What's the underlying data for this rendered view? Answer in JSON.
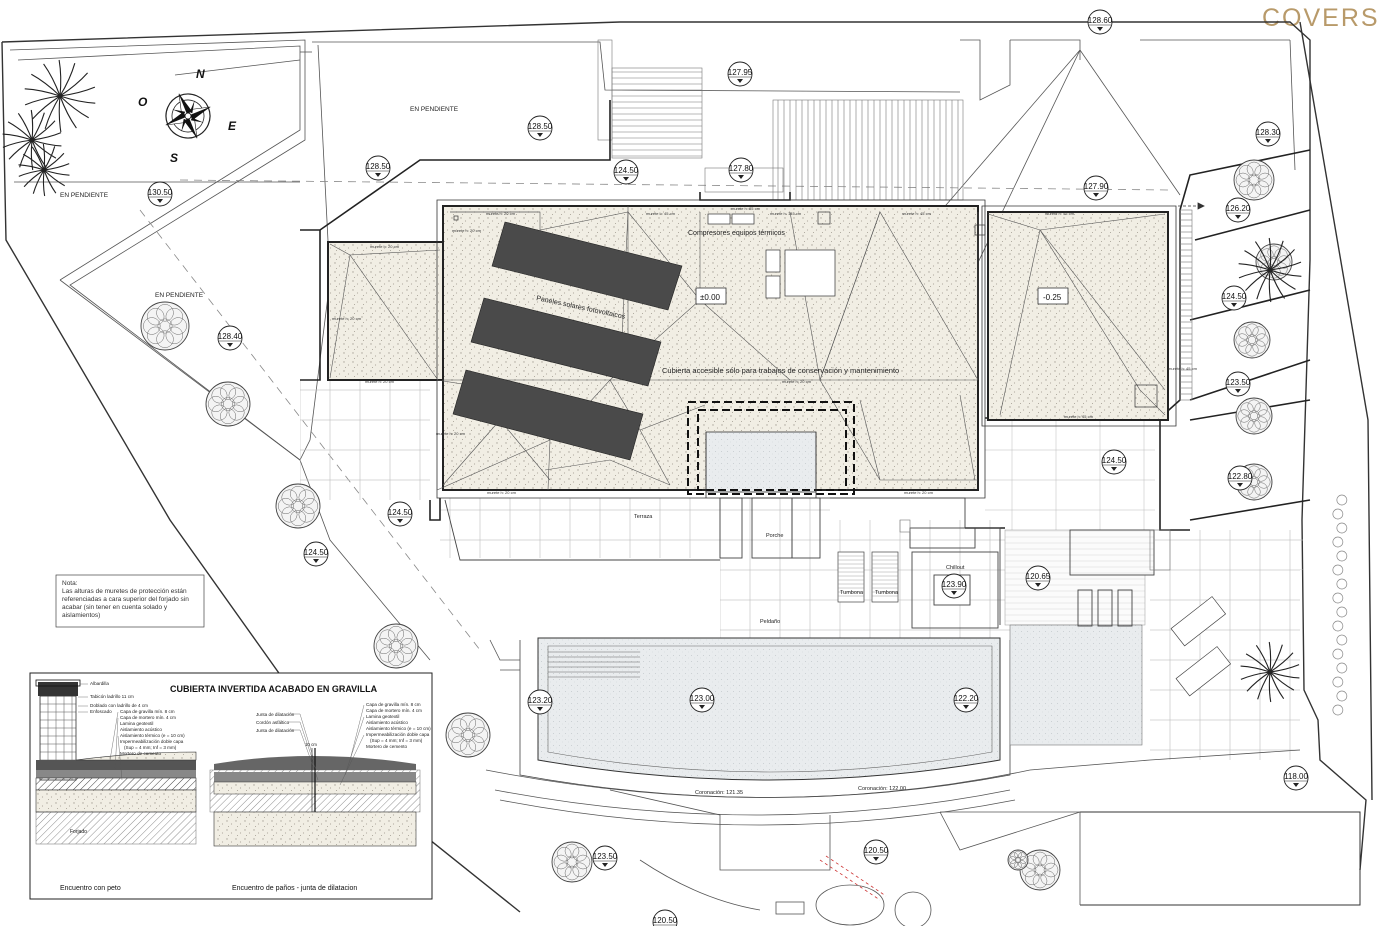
{
  "brand": {
    "name": "COVERS",
    "color": "#b89a6a"
  },
  "compass": {
    "n": "N",
    "s": "S",
    "e": "E",
    "o": "O"
  },
  "slope_labels": [
    "EN PENDIENTE",
    "EN PENDIENTE",
    "EN PENDIENTE"
  ],
  "levels": {
    "l_128_60": "128.60",
    "l_127_95": "127.95",
    "l_128_50_a": "128.50",
    "l_128_50_b": "128.50",
    "l_130_50": "130.50",
    "l_124_50_a": "124.50",
    "l_127_80": "127.80",
    "l_127_90": "127.90",
    "l_128_30": "128.30",
    "l_126_20": "126.20",
    "l_124_50_b": "124.50",
    "l_128_40": "128.40",
    "l_123_50_a": "123.50",
    "l_124_50_c": "124.50",
    "l_122_80": "122.80",
    "l_124_50_d": "124.50",
    "l_124_50_e": "124.50",
    "l_123_90": "123.90",
    "l_120_65": "120.65",
    "l_123_20": "123.20",
    "l_123_00": "123.00",
    "l_122_20": "122.20",
    "l_118_00": "118.00",
    "l_123_50_b": "123.50",
    "l_120_50": "120.50",
    "l_120_50b": "120.50"
  },
  "roof": {
    "compressors": "Compresores equipos térmicos",
    "solar_panels": "Paneles solares fotovoltaicos",
    "level_main": "±0.00",
    "level_low": "-0.25",
    "access_note": "Cubierta accesible sólo para trabajos de conservación y mantenimiento",
    "murete_labels": [
      "murete h: 20 cm",
      "murete h: 45 cm",
      "murete h: 85 cm",
      "murete h: 145 cm",
      "murete h: 20 cm",
      "murete h: 45 cm",
      "murete h: 20 cm",
      "murete h: 20 cm",
      "murete h: 20 cm",
      "murete h: 20 cm",
      "murete h: 20 cm",
      "murete h: 20 cm",
      "murete h: 45 cm",
      "murete h: 45 cm",
      "murete h: 20 cm",
      "murete h: 45 cm"
    ]
  },
  "areas": {
    "terrace": "Terraza",
    "porch": "Porche",
    "lounger_1": "Tumbona",
    "lounger_2": "Tumbona",
    "chillout": "Chillout",
    "stairs": "Peldaño",
    "coping_1": "Coronación: 121.35",
    "coping_2": "Coronación: 122.00"
  },
  "note": {
    "title": "Nota:",
    "text": "Las alturas de muretes de protección están referenciadas a cara superior del forjado sin acabar (sin tener en cuenta solado y aislamientos)"
  },
  "detail": {
    "title": "CUBIERTA INVERTIDA ACABADO EN GRAVILLA",
    "caption_left": "Encuentro con peto",
    "caption_right": "Encuentro de paños - junta de dilatacion",
    "left_layers": [
      "Albardilla",
      "Tabicón ladrillo 11 cm",
      "Doblado con ladrillo de 4 cm",
      "Enfoscado"
    ],
    "center_layers": [
      "Capa de gravilla mín. 8 cm",
      "Capa de mortero mín. 4 cm",
      "Lamina geotextil",
      "Aislamiento acústico",
      "Aislamiento térmico (e = 10 cm)",
      "Impermeabilización doble capa",
      "(Sup = 4 mm; Inf = 3 mm)",
      "Mortero de cemento"
    ],
    "joint_labels": [
      "Junta de dilatación",
      "Cordón asfáltico",
      "Junta de dilatación"
    ],
    "right_layers": [
      "Capa de gravilla mín. 8 cm",
      "Capa de mortero mín. 4 cm",
      "Lamina geotextil",
      "Aislamiento acústico",
      "Aislamiento térmico (e = 10 cm)",
      "Impermeabilización doble capa",
      "(Sup = 4 mm; Inf = 3 mm)",
      "Mortero de cemento"
    ],
    "joint_width": "10 cm",
    "slab": "Forjado"
  }
}
